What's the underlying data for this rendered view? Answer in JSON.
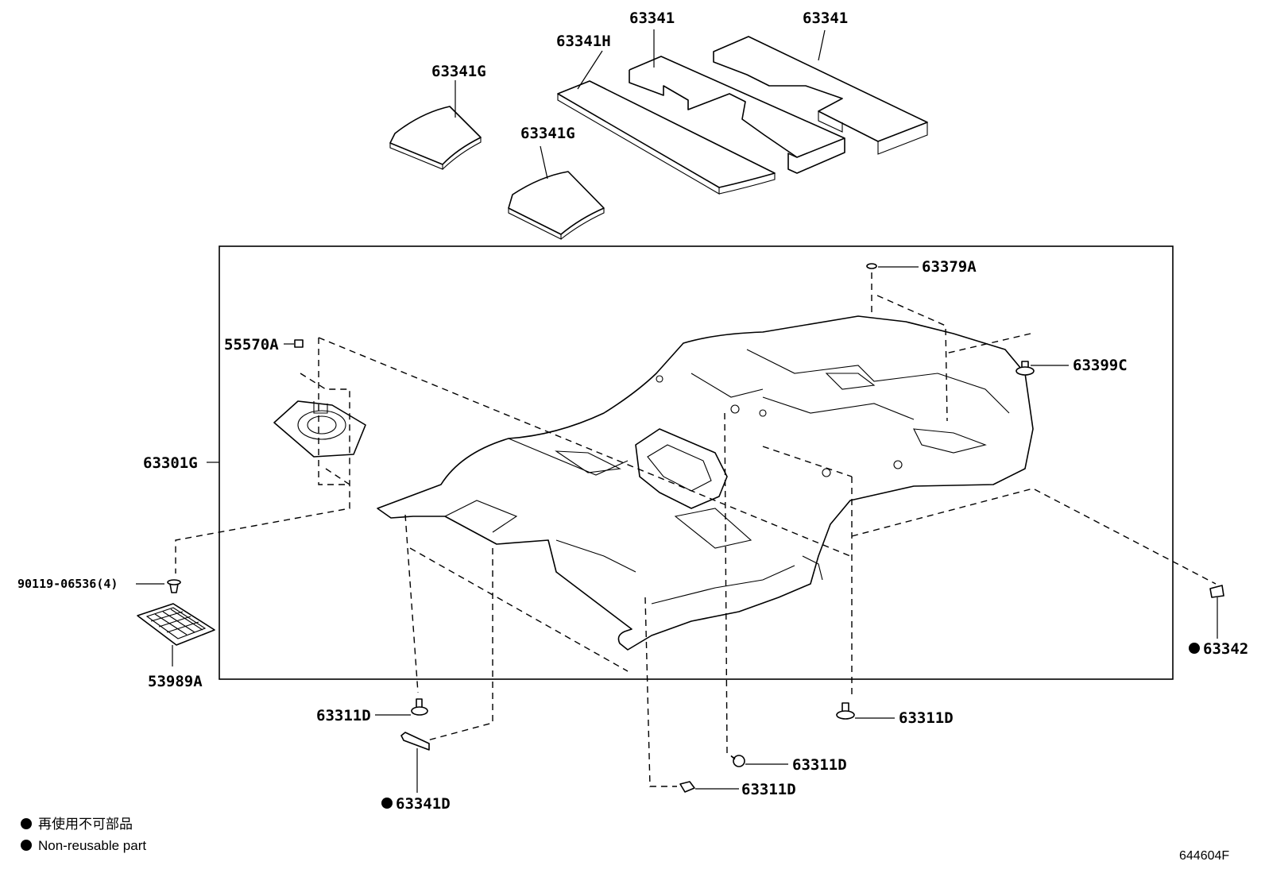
{
  "parts": {
    "p_63341_a": "63341",
    "p_63341_b": "63341",
    "p_63341H": "63341H",
    "p_63341G_a": "63341G",
    "p_63341G_b": "63341G",
    "p_63379A": "63379A",
    "p_55570A": "55570A",
    "p_63399C": "63399C",
    "p_63301G": "63301G",
    "p_90119": "90119-06536(4)",
    "p_53989A": "53989A",
    "p_63342": "63342",
    "p_63311D_a": "63311D",
    "p_63311D_b": "63311D",
    "p_63311D_c": "63311D",
    "p_63311D_d": "63311D",
    "p_63341D": "63341D"
  },
  "legend": {
    "jp": "再使用不可部品",
    "en": "Non-reusable part"
  },
  "drawing_number": "644604F"
}
